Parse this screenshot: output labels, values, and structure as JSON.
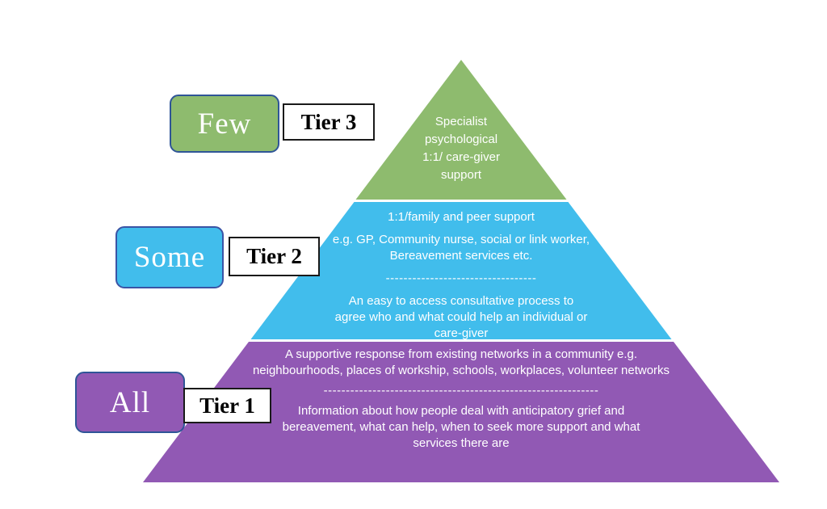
{
  "colors": {
    "green": "#8EBB6E",
    "blue": "#41BDEC",
    "purple": "#9159B4",
    "badge_border_navy": "#2F5597",
    "badge_border_indigo": "#3B54A5",
    "tier_box_border": "#1a1a1a",
    "text": "#FFFFFF"
  },
  "tier3": {
    "audience_label": "Few",
    "tier_label": "Tier 3",
    "lines": [
      "Specialist",
      "psychological",
      "1:1/ care-giver",
      "support"
    ]
  },
  "tier2": {
    "audience_label": "Some",
    "tier_label": "Tier 2",
    "p1": "1:1/family and peer support",
    "p2": "e.g. GP, Community nurse, social or link worker, Bereavement services etc.",
    "divider": "----------------------------------",
    "p3": "An easy to access consultative process to agree who and what could help an individual or care-giver"
  },
  "tier1": {
    "audience_label": "All",
    "tier_label": "Tier 1",
    "p1": "A supportive response from existing networks in a community e.g. neighbourhoods, places of workship, schools, workplaces, volunteer networks",
    "divider": "--------------------------------------------------------------",
    "p2": "Information about how people deal with anticipatory grief and bereavement, what can help, when to seek more support and what services there are"
  }
}
